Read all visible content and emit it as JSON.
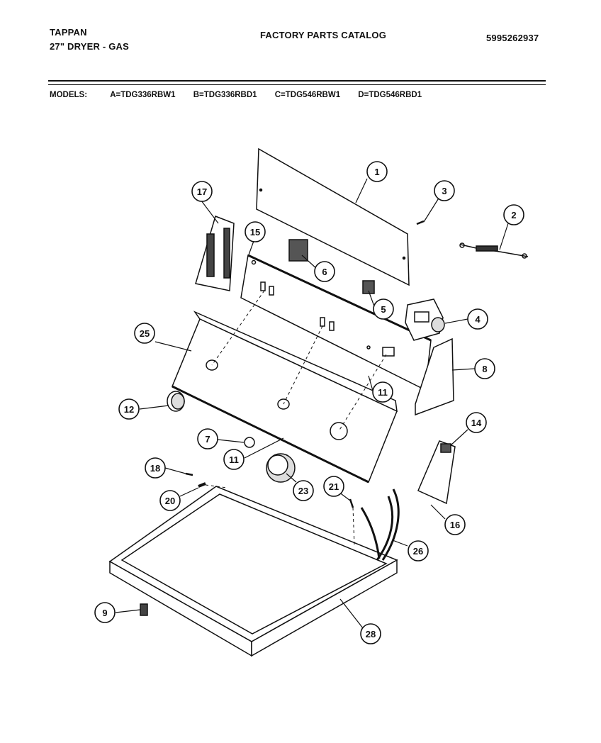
{
  "header": {
    "brand": "TAPPAN",
    "product": "27\" DRYER - GAS",
    "catalog_title": "FACTORY PARTS CATALOG",
    "catalog_number": "5995262937"
  },
  "models": {
    "label": "MODELS:",
    "items": [
      "A=TDG336RBW1",
      "B=TDG336RBD1",
      "C=TDG546RBW1",
      "D=TDG546RBD1"
    ]
  },
  "callouts": [
    "1",
    "2",
    "3",
    "4",
    "5",
    "6",
    "7",
    "8",
    "9",
    "11",
    "11",
    "12",
    "14",
    "15",
    "16",
    "17",
    "18",
    "20",
    "21",
    "23",
    "25",
    "26",
    "28"
  ]
}
